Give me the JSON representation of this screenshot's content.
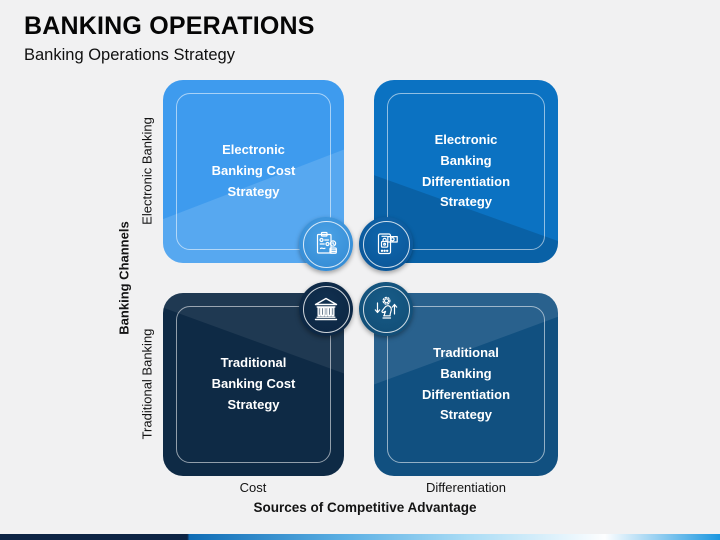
{
  "slide": {
    "title": "BANKING OPERATIONS",
    "subtitle": "Banking Operations Strategy",
    "background_color": "#F1F1F2"
  },
  "matrix": {
    "y_axis": {
      "title": "Banking Channels",
      "rows": [
        {
          "label": "Electronic Banking"
        },
        {
          "label": "Traditional Banking"
        }
      ]
    },
    "x_axis": {
      "title": "Sources of Competitive Advantage",
      "cols": [
        {
          "label": "Cost"
        },
        {
          "label": "Differentiation"
        }
      ]
    },
    "quadrants": {
      "electronic_cost": {
        "label": "Electronic\nBanking Cost\nStrategy",
        "color": "#3E9BEE"
      },
      "electronic_diff": {
        "label": "Electronic\nBanking\nDifferentiation\nStrategy",
        "color": "#0B72C2"
      },
      "traditional_cost": {
        "label": "Traditional\nBanking Cost\nStrategy",
        "color": "#0E2A45"
      },
      "traditional_diff": {
        "label": "Traditional\nBanking\nDifferentiation\nStrategy",
        "color": "#115080"
      }
    },
    "center_icons": [
      {
        "name": "clipboard-coins-icon",
        "circle_color": "#4196DE"
      },
      {
        "name": "mobile-payment-lock-icon",
        "circle_color": "#0C5FA4"
      },
      {
        "name": "bank-building-icon",
        "circle_color": "#0E2C4B"
      },
      {
        "name": "chess-knight-arrows-icon",
        "circle_color": "#14567F"
      }
    ]
  },
  "footer_bar": {
    "left_color": "#0D2444",
    "gradient_colors": [
      "#0F6CB5",
      "#5CB0E4",
      "#AADCF5",
      "#FDFEFF",
      "#1B97E0"
    ]
  }
}
